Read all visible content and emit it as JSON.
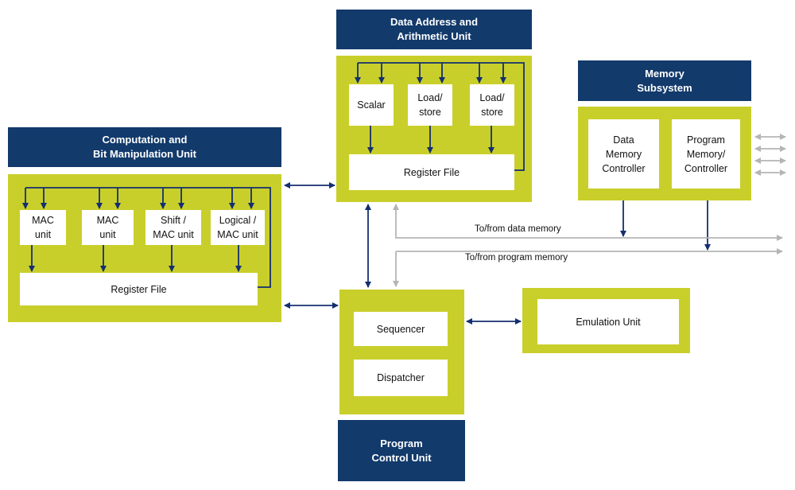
{
  "colors": {
    "navy": "#123a6b",
    "yellow": "#c9cf2a",
    "arrow": "#142f6f",
    "gray": "#b5b5b5"
  },
  "dau": {
    "title": "Data Address and\nArithmetic Unit",
    "units": [
      "Scalar",
      "Load/\nstore",
      "Load/\nstore"
    ],
    "register_file": "Register File"
  },
  "cbmu": {
    "title": "Computation and\nBit Manipulation Unit",
    "units": [
      "MAC\nunit",
      "MAC\nunit",
      "Shift /\nMAC unit",
      "Logical /\nMAC unit"
    ],
    "register_file": "Register File"
  },
  "memory": {
    "title": "Memory\nSubsystem",
    "data_controller": "Data\nMemory\nController",
    "program_controller": "Program\nMemory/\nController"
  },
  "pcu": {
    "title": "Program\nControl Unit",
    "sequencer": "Sequencer",
    "dispatcher": "Dispatcher"
  },
  "emulation": {
    "label": "Emulation Unit"
  },
  "buses": {
    "data_memory": "To/from data memory",
    "program_memory": "To/from program memory"
  }
}
